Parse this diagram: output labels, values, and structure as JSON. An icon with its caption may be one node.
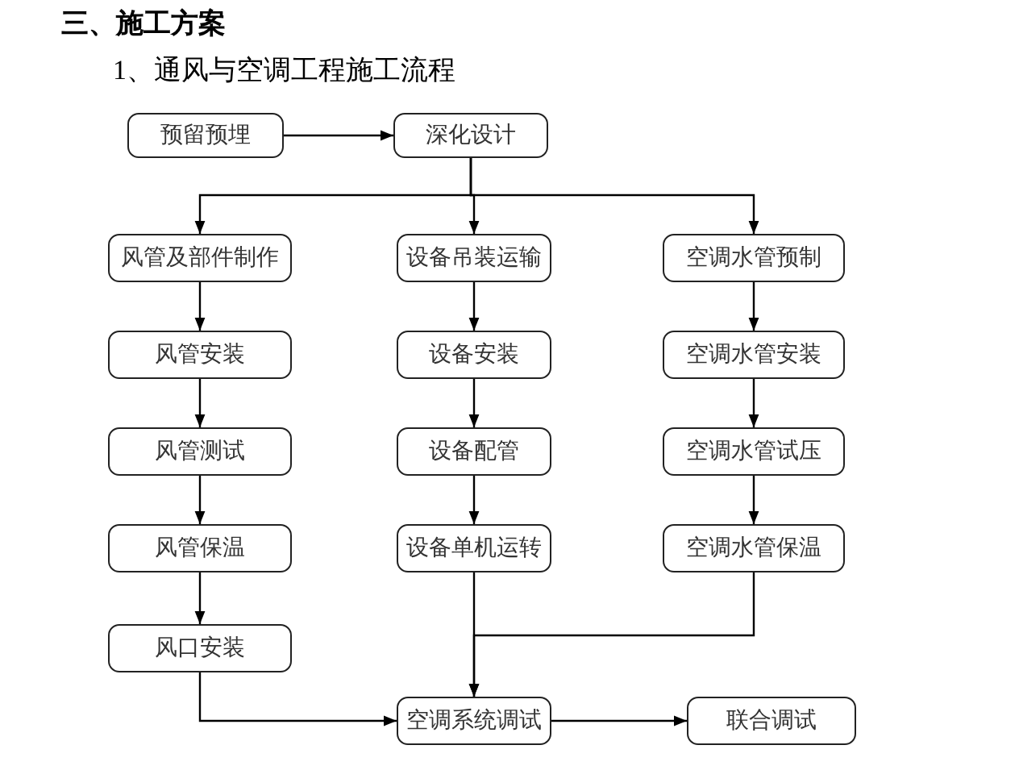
{
  "diagram": {
    "title": "三、施工方案",
    "labels": [
      "1、通风与空调工程施工流程"
    ],
    "nodes": [
      {
        "text": [
          "预留预埋"
        ]
      },
      {
        "text": [
          "深化设计"
        ]
      },
      {
        "text": [
          "风管及部件制作"
        ]
      },
      {
        "text": [
          "设备吊装运输"
        ]
      },
      {
        "text": [
          "空调水管预制"
        ]
      },
      {
        "text": [
          "风管安装"
        ]
      },
      {
        "text": [
          "设备安装"
        ]
      },
      {
        "text": [
          "空调水管安装"
        ]
      },
      {
        "text": [
          "风管测试"
        ]
      },
      {
        "text": [
          "设备配管"
        ]
      },
      {
        "text": [
          "空调水管试压"
        ]
      },
      {
        "text": [
          "风管保温"
        ]
      },
      {
        "text": [
          "设备单机运转"
        ]
      },
      {
        "text": [
          "空调水管保温"
        ]
      },
      {
        "text": [
          "风口安装"
        ]
      },
      {
        "text": [
          "空调系统调试"
        ]
      },
      {
        "text": [
          "联合调试"
        ]
      }
    ],
    "edges": [
      {
        "from": 0,
        "to": 1,
        "arrow": "to"
      },
      {
        "from": 1,
        "to": 2,
        "arrow": "to"
      },
      {
        "from": 1,
        "to": 3,
        "arrow": "to"
      },
      {
        "from": 1,
        "to": 4,
        "arrow": "to"
      },
      {
        "from": 2,
        "to": 5,
        "arrow": "to"
      },
      {
        "from": 3,
        "to": 6,
        "arrow": "to"
      },
      {
        "from": 4,
        "to": 7,
        "arrow": "to"
      },
      {
        "from": 5,
        "to": 8,
        "arrow": "to"
      },
      {
        "from": 6,
        "to": 9,
        "arrow": "to"
      },
      {
        "from": 7,
        "to": 10,
        "arrow": "to"
      },
      {
        "from": 8,
        "to": 11,
        "arrow": "to"
      },
      {
        "from": 9,
        "to": 12,
        "arrow": "to"
      },
      {
        "from": 10,
        "to": 13,
        "arrow": "to"
      },
      {
        "from": 11,
        "to": 14,
        "arrow": "to"
      },
      {
        "from": 14,
        "to": 15,
        "arrow": "to"
      },
      {
        "from": 12,
        "to": 15,
        "arrow": "to"
      },
      {
        "from": 13,
        "to": 15,
        "arrow": "to"
      },
      {
        "from": 15,
        "to": 16,
        "arrow": "to"
      }
    ]
  }
}
